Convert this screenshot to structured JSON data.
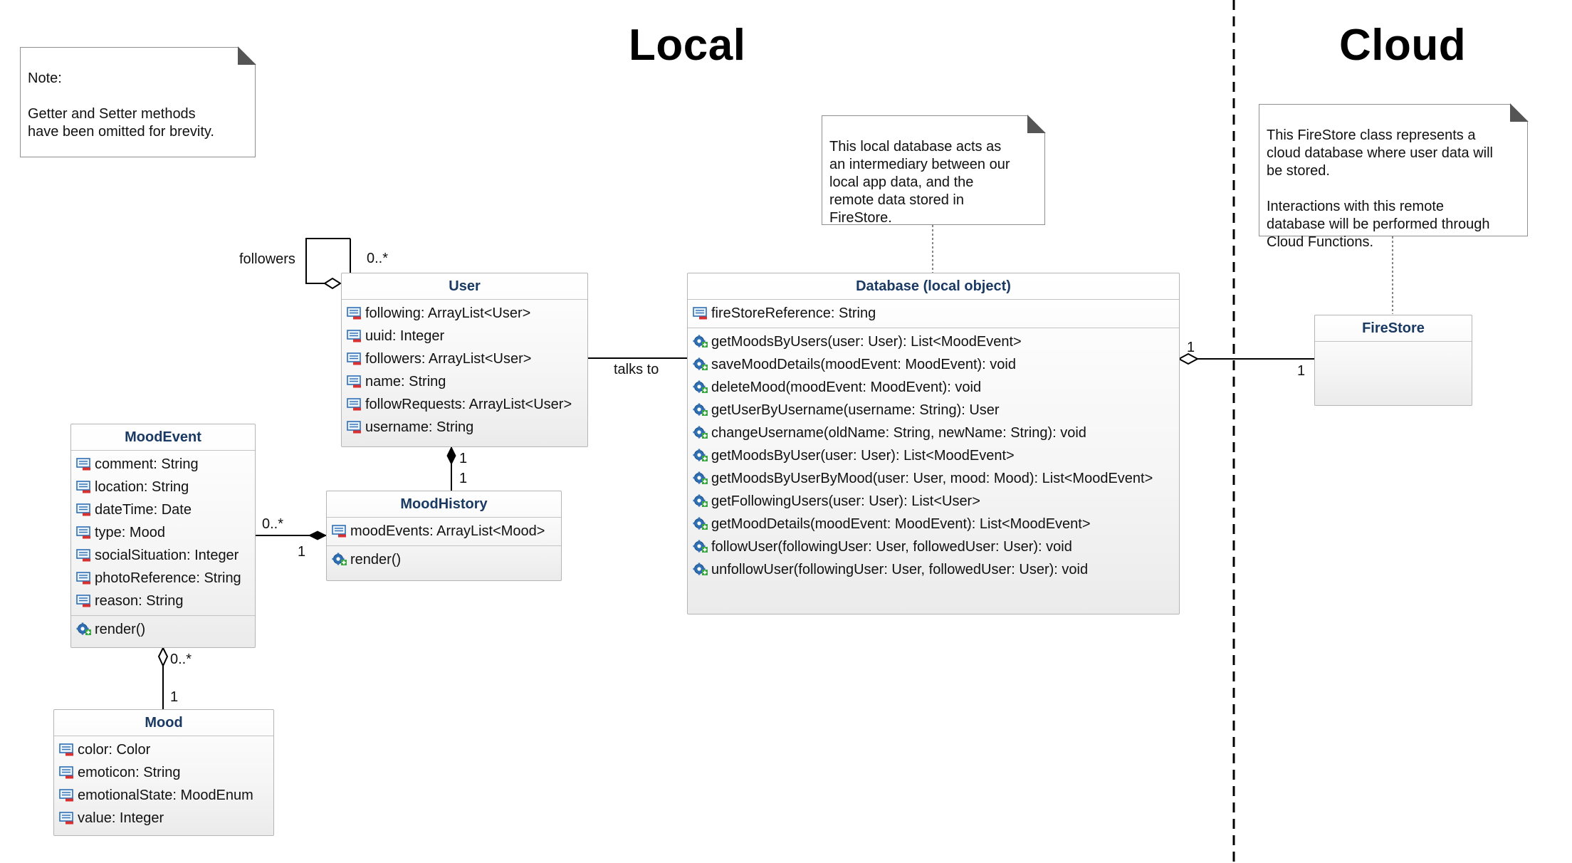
{
  "headings": {
    "local": "Local",
    "cloud": "Cloud"
  },
  "notes": {
    "note": "Note:\n\nGetter and Setter methods\nhave been omitted for brevity.",
    "database_note": "This local database acts as\nan intermediary between our\nlocal app data, and the\nremote data stored in\nFireStore.",
    "firestore_note": "This FireStore class represents a\ncloud database where user data will\nbe stored.\n\nInteractions with this remote\ndatabase will be performed through\nCloud Functions."
  },
  "classes": {
    "user": {
      "name": "User",
      "attributes": [
        "following: ArrayList<User>",
        "uuid: Integer",
        "followers: ArrayList<User>",
        "name: String",
        "followRequests: ArrayList<User>",
        "username: String"
      ]
    },
    "mood_event": {
      "name": "MoodEvent",
      "attributes": [
        "comment: String",
        "location: String",
        "dateTime: Date",
        "type: Mood",
        "socialSituation: Integer",
        "photoReference: String",
        "reason: String"
      ],
      "operations": [
        "render()"
      ]
    },
    "mood_history": {
      "name": "MoodHistory",
      "attributes": [
        "moodEvents: ArrayList<Mood>"
      ],
      "operations": [
        "render()"
      ]
    },
    "mood": {
      "name": "Mood",
      "attributes": [
        "color: Color",
        "emoticon: String",
        "emotionalState: MoodEnum",
        "value: Integer"
      ]
    },
    "database": {
      "name": "Database (local object)",
      "attributes": [
        "fireStoreReference: String"
      ],
      "operations": [
        "getMoodsByUsers(user: User): List<MoodEvent>",
        "saveMoodDetails(moodEvent: MoodEvent): void",
        "deleteMood(moodEvent: MoodEvent): void",
        "getUserByUsername(username: String): User",
        "changeUsername(oldName: String, newName: String): void",
        "getMoodsByUser(user: User): List<MoodEvent>",
        "getMoodsByUserByMood(user: User, mood: Mood): List<MoodEvent>",
        "getFollowingUsers(user: User): List<User>",
        "getMoodDetails(moodEvent: MoodEvent): List<MoodEvent>",
        "followUser(followingUser: User, followedUser: User): void",
        "unfollowUser(followingUser: User, followedUser: User): void"
      ]
    },
    "firestore": {
      "name": "FireStore"
    }
  },
  "relations": {
    "followers": {
      "role": "followers",
      "multiplicity": "0..*"
    },
    "user_moodhistory": {
      "source_mult": "1",
      "target_mult": "1"
    },
    "moodevent_moodhistory": {
      "source_mult": "0..*",
      "target_mult": "1"
    },
    "moodevent_mood": {
      "source_mult": "0..*",
      "target_mult": "1"
    },
    "user_database": {
      "label": "talks to"
    },
    "database_firestore": {
      "source_mult": "1",
      "target_mult": "1"
    }
  },
  "icons": {
    "attribute": "field-icon",
    "operation": "gear-plus-icon"
  },
  "colors": {
    "class_name": "#1a3a63",
    "border": "#b5b5b5",
    "icon_blue": "#2f6fb3",
    "icon_red": "#d93030",
    "icon_green": "#3aa640"
  }
}
